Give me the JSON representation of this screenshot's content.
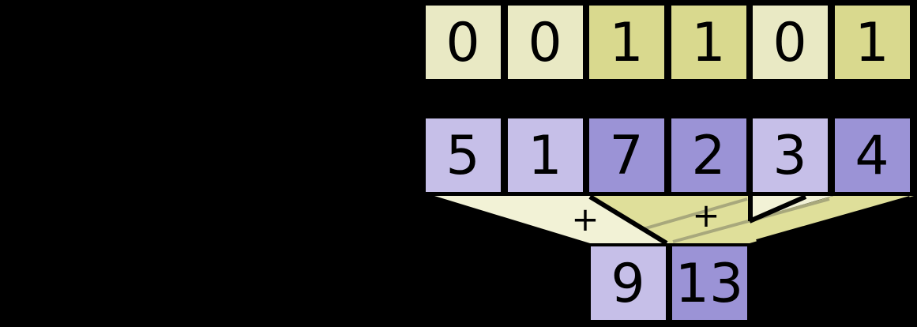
{
  "palette": {
    "background": "#000000",
    "cell_border": "#000000",
    "digit_color": "#000000",
    "mask_off_fill": "#e9e9c4",
    "mask_on_fill": "#d9d98e",
    "value_off_fill": "#c6bfe8",
    "value_on_fill": "#9b93d6",
    "funnel_off_fill": "#f2f2d6",
    "funnel_on_fill": "#dfdf9a",
    "overlap_line_color": "#a8a87c"
  },
  "mask_row": {
    "cells": [
      {
        "value": "0",
        "fill": "#e9e9c4"
      },
      {
        "value": "0",
        "fill": "#e9e9c4"
      },
      {
        "value": "1",
        "fill": "#d9d98e"
      },
      {
        "value": "1",
        "fill": "#d9d98e"
      },
      {
        "value": "0",
        "fill": "#e9e9c4"
      },
      {
        "value": "1",
        "fill": "#d9d98e"
      }
    ]
  },
  "values_row": {
    "cells": [
      {
        "value": "5",
        "fill": "#c6bfe8"
      },
      {
        "value": "1",
        "fill": "#c6bfe8"
      },
      {
        "value": "7",
        "fill": "#9b93d6"
      },
      {
        "value": "2",
        "fill": "#9b93d6"
      },
      {
        "value": "3",
        "fill": "#c6bfe8"
      },
      {
        "value": "4",
        "fill": "#9b93d6"
      }
    ]
  },
  "results_row": {
    "cells": [
      {
        "value": "9",
        "fill": "#c6bfe8"
      },
      {
        "value": "13",
        "fill": "#9b93d6"
      }
    ]
  },
  "operators": {
    "left_plus": "+",
    "right_plus": "+"
  }
}
